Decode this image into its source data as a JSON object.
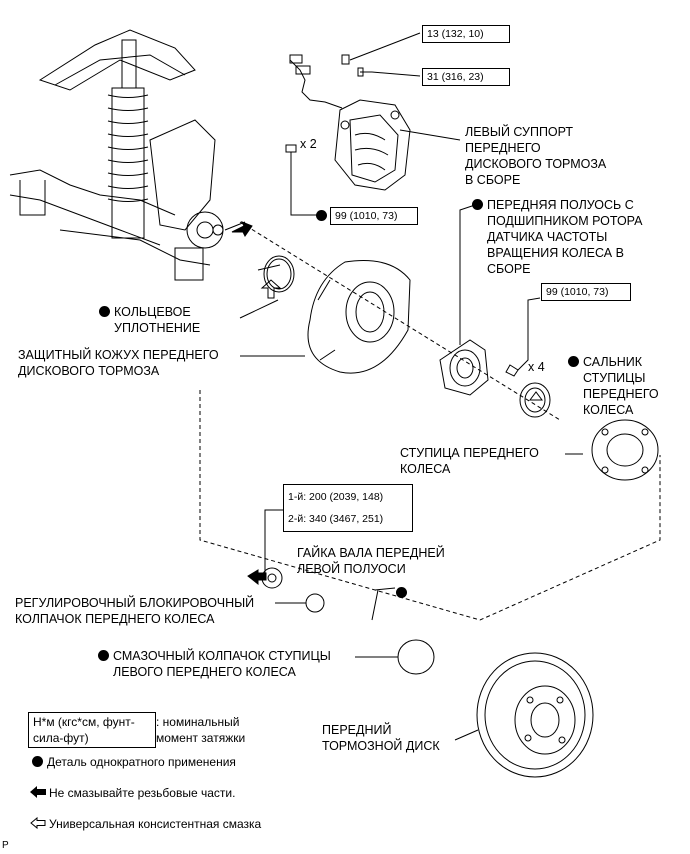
{
  "torque": {
    "t1": "13 (132, 10)",
    "t2": "31 (316, 23)",
    "t3": "99 (1010, 73)",
    "t4": "99 (1010, 73)",
    "nut1": "1-й: 200 (2039, 148)",
    "nut2": "2-й: 340 (3467, 251)"
  },
  "labels": {
    "caliper": [
      "ЛЕВЫЙ СУППОРТ",
      "ПЕРЕДНЕГО",
      "ДИСКОВОГО ТОРМОЗА",
      "В СБОРЕ"
    ],
    "axle": [
      "ПЕРЕДНЯЯ ПОЛУОСЬ С",
      "ПОДШИПНИКОМ РОТОРА",
      "ДАТЧИКА ЧАСТОТЫ",
      "ВРАЩЕНИЯ КОЛЕСА В",
      "СБОРЕ"
    ],
    "oring": [
      "КОЛЬЦЕВОЕ",
      "УПЛОТНЕНИЕ"
    ],
    "shield": [
      "ЗАЩИТНЫЙ КОЖУХ ПЕРЕДНЕГО",
      "ДИСКОВОГО ТОРМОЗА"
    ],
    "seal": [
      "САЛЬНИК",
      "СТУПИЦЫ",
      "ПЕРЕДНЕГО",
      "КОЛЕСА"
    ],
    "hub": [
      "СТУПИЦА ПЕРЕДНЕГО",
      "КОЛЕСА"
    ],
    "nut": [
      "ГАЙКА ВАЛА ПЕРЕДНЕЙ",
      "ЛЕВОЙ ПОЛУОСИ"
    ],
    "lockcap": [
      "РЕГУЛИРОВОЧНЫЙ БЛОКИРОВОЧНЫЙ",
      "КОЛПАЧОК ПЕРЕДНЕГО КОЛЕСА"
    ],
    "greasecap": [
      "СМАЗОЧНЫЙ КОЛПАЧОК СТУПИЦЫ",
      "ЛЕВОГО ПЕРЕДНЕГО КОЛЕСА"
    ],
    "disc": [
      "ПЕРЕДНИЙ",
      "ТОРМОЗНОЙ ДИСК"
    ],
    "x2": "x 2",
    "x4": "x 4"
  },
  "legend": {
    "unit": [
      "Н*м (кгс*см, фунт-",
      "сила-фут)"
    ],
    "unit_desc": [
      ": номинальный",
      "момент затяжки"
    ],
    "onetime": "Деталь однократного применения",
    "nolube": "Не смазывайте резьбовые части.",
    "grease": "Универсальная консистентная смазка"
  },
  "footer_code": "P"
}
